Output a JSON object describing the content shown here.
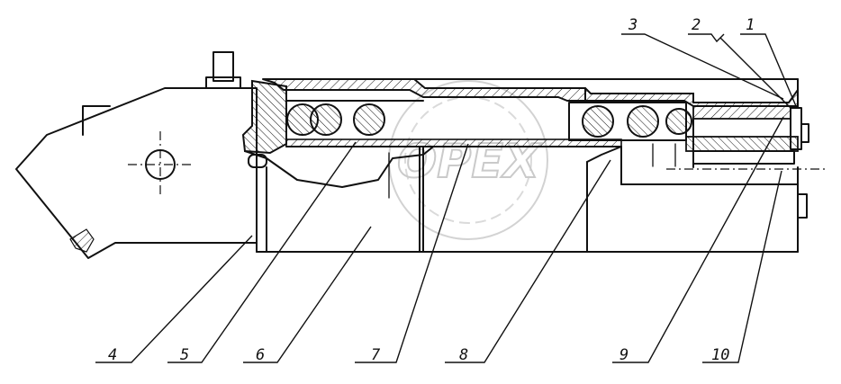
{
  "callouts": [
    "1",
    "2",
    "3",
    "4",
    "5",
    "6",
    "7",
    "8",
    "9",
    "10"
  ],
  "watermark": {
    "text": "OPEX"
  }
}
